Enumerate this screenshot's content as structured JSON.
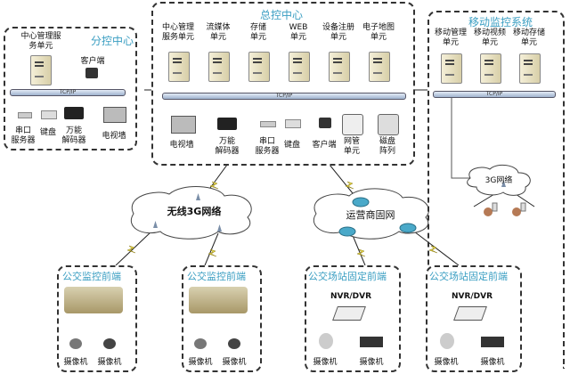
{
  "branch_center": {
    "title": "分控中心",
    "bus_label": "TCP/IP",
    "devices": [
      {
        "label": "中心管理服\n务单元",
        "icon": "server-icon"
      },
      {
        "label": "客户端",
        "icon": "client-pc-icon"
      },
      {
        "label": "串口\n服务器",
        "icon": "serial-server-icon"
      },
      {
        "label": "键盘",
        "icon": "keyboard-icon"
      },
      {
        "label": "万能\n解码器",
        "icon": "decoder-icon"
      },
      {
        "label": "电视墙",
        "icon": "tv-wall-icon"
      }
    ]
  },
  "main_center": {
    "title": "总控中心",
    "bus_label": "TCP/IP",
    "servers": [
      {
        "label": "中心管理\n服务单元"
      },
      {
        "label": "流媒体\n单元"
      },
      {
        "label": "存储\n单元"
      },
      {
        "label": "WEB\n单元"
      },
      {
        "label": "设备注册\n单元"
      },
      {
        "label": "电子地图\n单元"
      }
    ],
    "devices": [
      {
        "label": "电视墙"
      },
      {
        "label": "万能\n解码器"
      },
      {
        "label": "串口\n服务器"
      },
      {
        "label": "键盘"
      },
      {
        "label": "客户端"
      },
      {
        "label": "网管\n单元"
      },
      {
        "label": "磁盘\n阵列"
      }
    ]
  },
  "mobile_system": {
    "title": "移动监控系统",
    "bus_label": "TCP/IP",
    "servers": [
      {
        "label": "移动管理\n单元"
      },
      {
        "label": "移动视频\n单元"
      },
      {
        "label": "移动存储\n单元"
      }
    ]
  },
  "networks": {
    "wireless": "无线3G网络",
    "operator": "运营商固网",
    "mobile_3g": "3G网络"
  },
  "frontends": [
    {
      "title": "公交监控前端",
      "camera_labels": [
        "摄像机",
        "摄像机"
      ]
    },
    {
      "title": "公交监控前端",
      "camera_labels": [
        "摄像机",
        "摄像机"
      ]
    },
    {
      "title": "公交场站固定前端",
      "device": "NVR/DVR",
      "camera_labels": [
        "摄像机",
        "摄像机"
      ]
    },
    {
      "title": "公交场站固定前端",
      "device": "NVR/DVR",
      "camera_labels": [
        "摄像机",
        "摄像机"
      ]
    }
  ]
}
